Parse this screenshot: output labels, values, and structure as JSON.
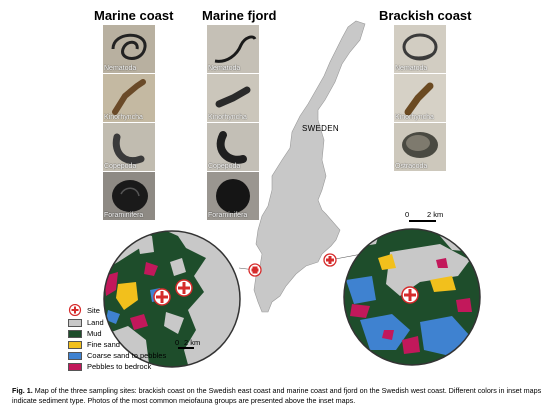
{
  "headings": {
    "marine_coast": "Marine coast",
    "marine_fjord": "Marine fjord",
    "brackish_coast": "Brackish coast"
  },
  "country_label": "SWEDEN",
  "columns": {
    "marine_coast": [
      "Nematoda",
      "Kinorhyncha",
      "Copepoda",
      "Foraminifera"
    ],
    "marine_fjord": [
      "Nematoda",
      "Kinorhyncha",
      "Copepoda",
      "Foraminifera"
    ],
    "brackish_coast": [
      "Nematoda",
      "Kinorhyncha",
      "Ostracoda"
    ]
  },
  "legend": {
    "site": "Site",
    "items": [
      {
        "label": "Land",
        "color": "#c8c8c8"
      },
      {
        "label": "Mud",
        "color": "#1e4d2b"
      },
      {
        "label": "Fine sand",
        "color": "#f2c01c"
      },
      {
        "label": "Coarse sand to pebbles",
        "color": "#3f82d0"
      },
      {
        "label": "Pebbles to bedrock",
        "color": "#c2185b"
      }
    ]
  },
  "scales": {
    "west": {
      "zero": "0",
      "value": "2 km"
    },
    "east": {
      "zero": "0",
      "value": "2 km"
    }
  },
  "caption": {
    "figure": "Fig. 1.",
    "text": "Map of the three sampling sites: brackish coast on the Swedish east coast and marine coast and fjord on the Swedish west coast. Different colors in inset maps indicate sediment type. Photos of the most common meiofauna groups are presented above the inset maps."
  },
  "colors": {
    "land": "#c8c8c8",
    "mud": "#1e4d2b",
    "fine_sand": "#f2c01c",
    "coarse_sand": "#3f82d0",
    "pebbles": "#c2185b",
    "site_red": "#d62b2b"
  }
}
